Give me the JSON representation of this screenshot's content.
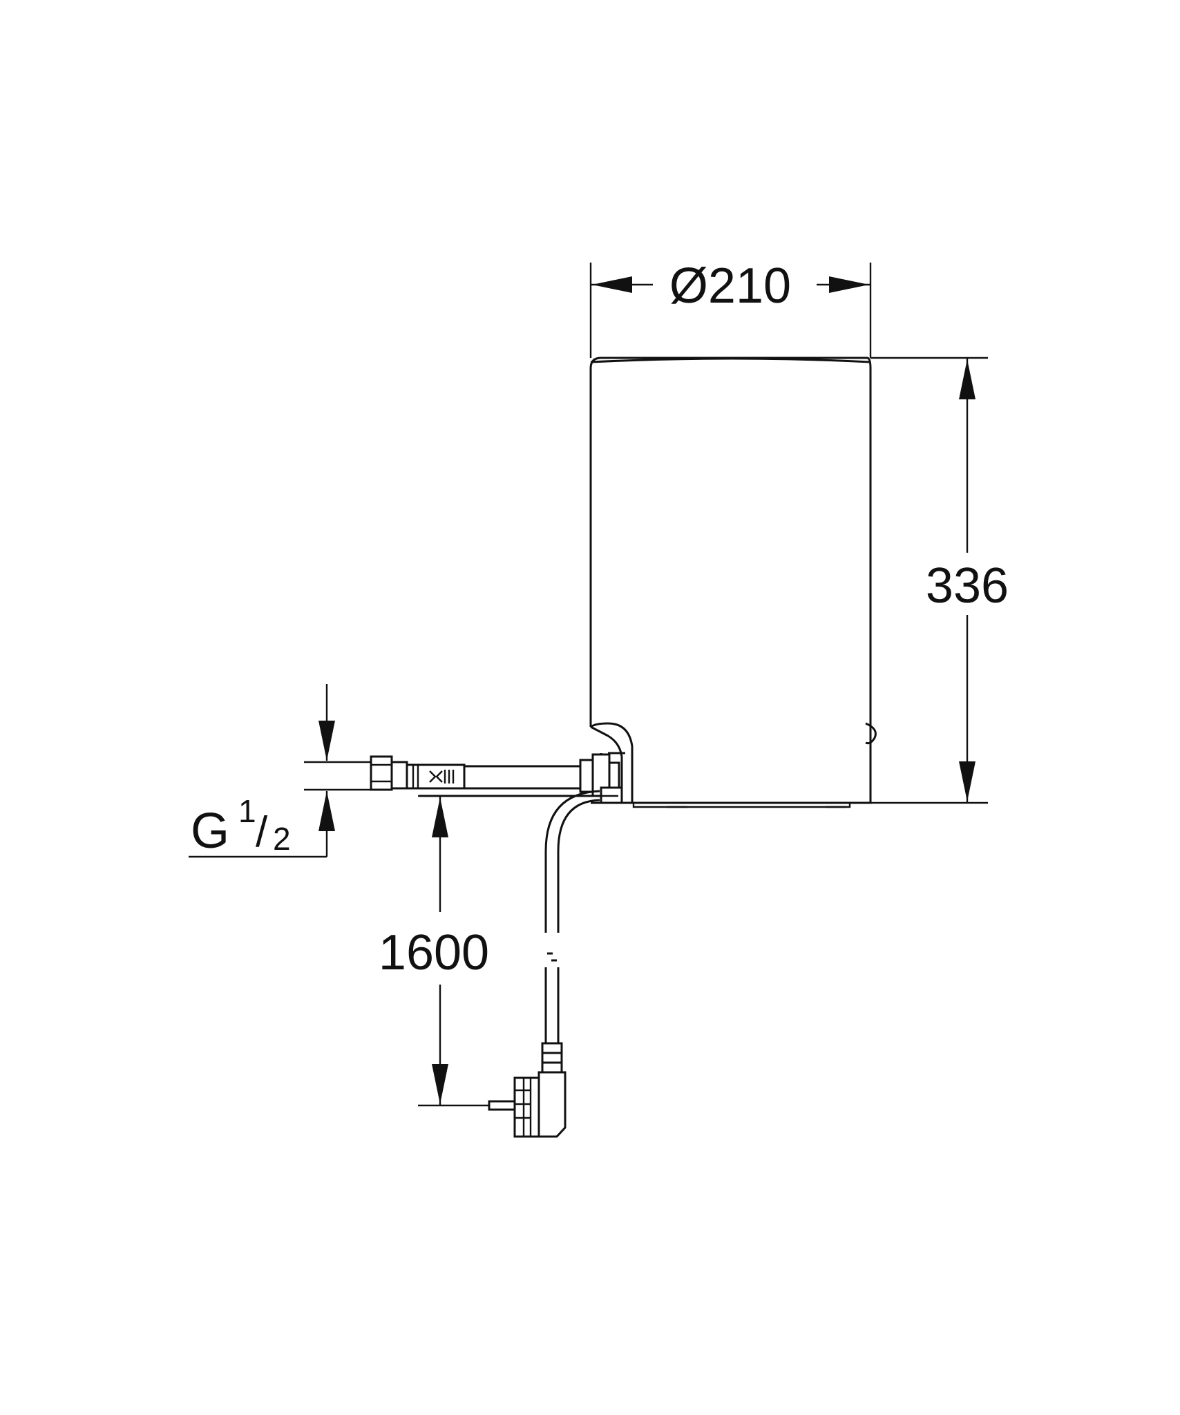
{
  "drawing": {
    "dimensions": {
      "diameter": "Ø210",
      "height": "336",
      "cable_length": "1600",
      "thread": {
        "letter": "G",
        "numerator": "1",
        "slash": "/",
        "denominator": "2"
      }
    },
    "colors": {
      "line": "#111111",
      "background": "#ffffff"
    }
  }
}
